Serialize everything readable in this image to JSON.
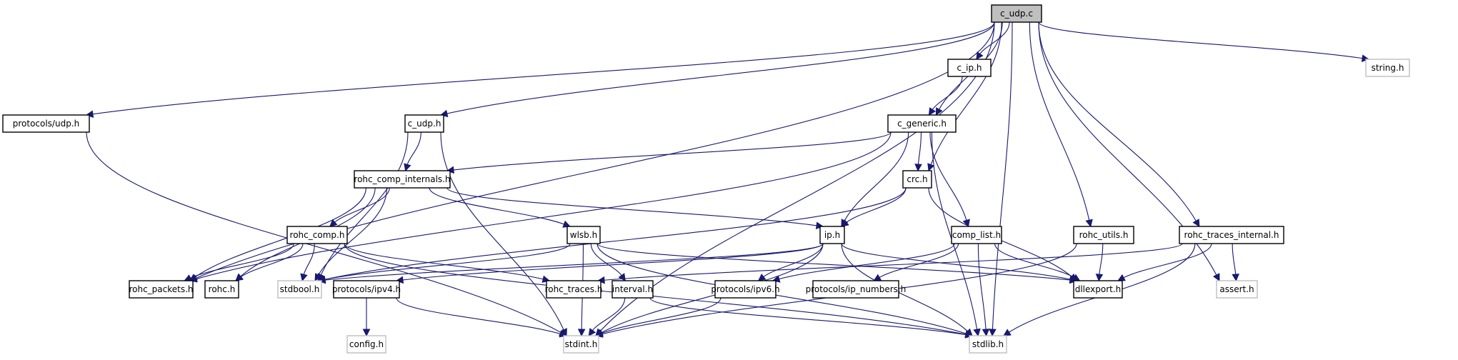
{
  "title": "c_udp.c include dependency graph",
  "colors": {
    "edge": "#191970",
    "root_fill": "#bfbfbf",
    "node_border": "#000000",
    "external_border": "#bfbfbf"
  },
  "nodes": [
    {
      "id": "c_udp_c",
      "label": "c_udp.c",
      "kind": "root"
    },
    {
      "id": "protocols_udp_h",
      "label": "protocols/udp.h",
      "kind": "local"
    },
    {
      "id": "c_udp_h",
      "label": "c_udp.h",
      "kind": "local"
    },
    {
      "id": "c_ip_h",
      "label": "c_ip.h",
      "kind": "local"
    },
    {
      "id": "c_generic_h",
      "label": "c_generic.h",
      "kind": "local"
    },
    {
      "id": "string_h",
      "label": "string.h",
      "kind": "external"
    },
    {
      "id": "rohc_comp_internals_h",
      "label": "rohc_comp_internals.h",
      "kind": "local"
    },
    {
      "id": "crc_h",
      "label": "crc.h",
      "kind": "local"
    },
    {
      "id": "rohc_comp_h",
      "label": "rohc_comp.h",
      "kind": "local"
    },
    {
      "id": "wlsb_h",
      "label": "wlsb.h",
      "kind": "local"
    },
    {
      "id": "ip_h",
      "label": "ip.h",
      "kind": "local"
    },
    {
      "id": "comp_list_h",
      "label": "comp_list.h",
      "kind": "local"
    },
    {
      "id": "rohc_utils_h",
      "label": "rohc_utils.h",
      "kind": "local"
    },
    {
      "id": "rohc_traces_internal_h",
      "label": "rohc_traces_internal.h",
      "kind": "local"
    },
    {
      "id": "rohc_packets_h",
      "label": "rohc_packets.h",
      "kind": "local"
    },
    {
      "id": "rohc_h",
      "label": "rohc.h",
      "kind": "local"
    },
    {
      "id": "stdbool_h",
      "label": "stdbool.h",
      "kind": "external"
    },
    {
      "id": "protocols_ipv4_h",
      "label": "protocols/ipv4.h",
      "kind": "local"
    },
    {
      "id": "rohc_traces_h",
      "label": "rohc_traces.h",
      "kind": "local"
    },
    {
      "id": "interval_h",
      "label": "interval.h",
      "kind": "local"
    },
    {
      "id": "protocols_ipv6_h",
      "label": "protocols/ipv6.h",
      "kind": "local"
    },
    {
      "id": "protocols_ip_numbers_h",
      "label": "protocols/ip_numbers.h",
      "kind": "local"
    },
    {
      "id": "dllexport_h",
      "label": "dllexport.h",
      "kind": "local"
    },
    {
      "id": "assert_h",
      "label": "assert.h",
      "kind": "external"
    },
    {
      "id": "config_h",
      "label": "config.h",
      "kind": "external"
    },
    {
      "id": "stdint_h",
      "label": "stdint.h",
      "kind": "external"
    },
    {
      "id": "stdlib_h",
      "label": "stdlib.h",
      "kind": "external"
    }
  ],
  "edges": [
    [
      "c_udp_c",
      "protocols_udp_h"
    ],
    [
      "c_udp_c",
      "c_udp_h"
    ],
    [
      "c_udp_c",
      "c_ip_h"
    ],
    [
      "c_udp_c",
      "c_generic_h"
    ],
    [
      "c_udp_c",
      "string_h"
    ],
    [
      "c_udp_c",
      "crc_h"
    ],
    [
      "c_udp_c",
      "rohc_utils_h"
    ],
    [
      "c_udp_c",
      "rohc_traces_internal_h"
    ],
    [
      "c_udp_c",
      "rohc_packets_h"
    ],
    [
      "c_udp_c",
      "assert_h"
    ],
    [
      "c_udp_c",
      "stdint_h"
    ],
    [
      "c_udp_c",
      "stdlib_h"
    ],
    [
      "protocols_udp_h",
      "stdint_h"
    ],
    [
      "c_udp_h",
      "rohc_comp_internals_h"
    ],
    [
      "c_udp_h",
      "stdbool_h"
    ],
    [
      "c_udp_h",
      "stdint_h"
    ],
    [
      "c_ip_h",
      "c_generic_h"
    ],
    [
      "c_generic_h",
      "rohc_comp_internals_h"
    ],
    [
      "c_generic_h",
      "crc_h"
    ],
    [
      "c_generic_h",
      "ip_h"
    ],
    [
      "c_generic_h",
      "comp_list_h"
    ],
    [
      "c_generic_h",
      "rohc_packets_h"
    ],
    [
      "c_generic_h",
      "stdlib_h"
    ],
    [
      "rohc_comp_internals_h",
      "rohc_comp_h"
    ],
    [
      "rohc_comp_internals_h",
      "wlsb_h"
    ],
    [
      "rohc_comp_internals_h",
      "ip_h"
    ],
    [
      "rohc_comp_internals_h",
      "rohc_packets_h"
    ],
    [
      "rohc_comp_internals_h",
      "rohc_h"
    ],
    [
      "rohc_comp_internals_h",
      "stdbool_h"
    ],
    [
      "crc_h",
      "ip_h"
    ],
    [
      "crc_h",
      "stdbool_h"
    ],
    [
      "crc_h",
      "dllexport_h"
    ],
    [
      "rohc_comp_h",
      "rohc_packets_h"
    ],
    [
      "rohc_comp_h",
      "rohc_h"
    ],
    [
      "rohc_comp_h",
      "rohc_traces_h"
    ],
    [
      "rohc_comp_h",
      "stdbool_h"
    ],
    [
      "rohc_comp_h",
      "stdlib_h"
    ],
    [
      "wlsb_h",
      "interval_h"
    ],
    [
      "wlsb_h",
      "stdbool_h"
    ],
    [
      "wlsb_h",
      "stdint_h"
    ],
    [
      "wlsb_h",
      "stdlib_h"
    ],
    [
      "wlsb_h",
      "dllexport_h"
    ],
    [
      "ip_h",
      "protocols_ipv4_h"
    ],
    [
      "ip_h",
      "protocols_ipv6_h"
    ],
    [
      "ip_h",
      "stdbool_h"
    ],
    [
      "ip_h",
      "stdint_h"
    ],
    [
      "ip_h",
      "stdlib_h"
    ],
    [
      "ip_h",
      "dllexport_h"
    ],
    [
      "comp_list_h",
      "protocols_ipv6_h"
    ],
    [
      "comp_list_h",
      "protocols_ip_numbers_h"
    ],
    [
      "comp_list_h",
      "dllexport_h"
    ],
    [
      "comp_list_h",
      "stdlib_h"
    ],
    [
      "rohc_utils_h",
      "dllexport_h"
    ],
    [
      "rohc_utils_h",
      "stdint_h"
    ],
    [
      "rohc_traces_internal_h",
      "rohc_traces_h"
    ],
    [
      "rohc_traces_internal_h",
      "dllexport_h"
    ],
    [
      "rohc_traces_internal_h",
      "assert_h"
    ],
    [
      "rohc_traces_internal_h",
      "stdlib_h"
    ],
    [
      "protocols_ipv4_h",
      "config_h"
    ],
    [
      "protocols_ipv4_h",
      "stdint_h"
    ],
    [
      "interval_h",
      "stdint_h"
    ],
    [
      "interval_h",
      "stdlib_h"
    ],
    [
      "protocols_ipv6_h",
      "stdint_h"
    ]
  ]
}
